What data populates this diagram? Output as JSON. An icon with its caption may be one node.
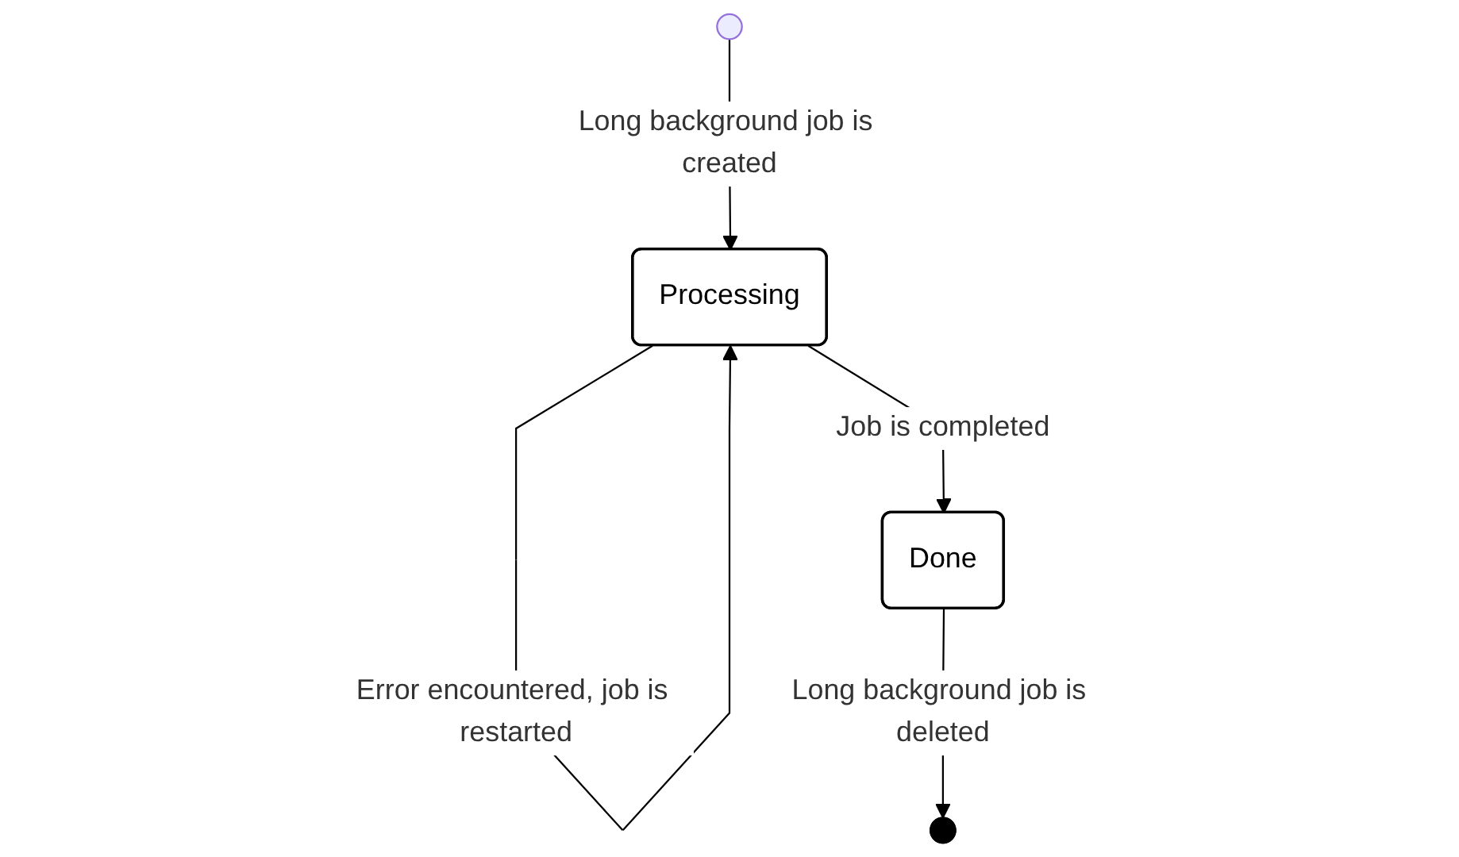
{
  "diagram": {
    "nodes": [
      {
        "text": [],
        "shape": "circle"
      },
      {
        "text": [
          "Processing"
        ]
      },
      {
        "text": [
          "Done"
        ]
      },
      {
        "text": [],
        "shape": "bullseye"
      }
    ],
    "edges": [
      {
        "from": 0,
        "to": 1,
        "arrow": "to",
        "label": "Long background job is created"
      },
      {
        "from": 1,
        "to": 1,
        "arrow": "to",
        "label": "Error encountered, job is restarted"
      },
      {
        "from": 1,
        "to": 2,
        "arrow": "to",
        "label": "Job is completed"
      },
      {
        "from": 2,
        "to": 3,
        "arrow": "to",
        "label": "Long background job is deleted"
      }
    ]
  }
}
